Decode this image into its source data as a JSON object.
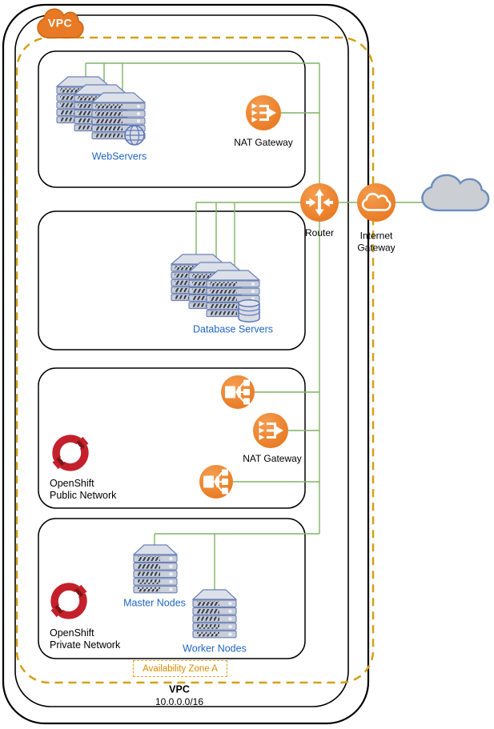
{
  "vpc": {
    "badge": "VPC",
    "name": "VPC",
    "cidr": "10.0.0.0/16",
    "availability_zone": "Availability Zone A"
  },
  "subnets": [
    {
      "name": "web-tier",
      "node_label": "WebServers",
      "gateway_label": "NAT Gateway"
    },
    {
      "name": "database-tier",
      "node_label": "Database Servers"
    },
    {
      "name": "openshift-public",
      "title_line1": "OpenShift",
      "title_line2": "Public Network",
      "gateway_label": "NAT Gateway"
    },
    {
      "name": "openshift-private",
      "title_line1": "OpenShift",
      "title_line2": "Private Network",
      "master_label": "Master Nodes",
      "worker_label": "Worker Nodes"
    }
  ],
  "edge": {
    "router_label": "Router",
    "internet_gateway_line1": "Internet",
    "internet_gateway_line2": "Gateway"
  },
  "icons": [
    "vpc-cloud-badge-icon",
    "server-stack-icon",
    "globe-icon",
    "nat-gateway-icon",
    "router-icon",
    "internet-gateway-icon",
    "internet-cloud-icon",
    "database-cylinder-icon",
    "load-balancer-icon",
    "openshift-logo-icon",
    "server-tower-icon"
  ],
  "colors": {
    "icon_orange": "#ec7e26",
    "az_dash_gold": "#d4a017",
    "az_text_orange": "#d98e04",
    "connector_green": "#82b366",
    "node_label_blue": "#2166c4",
    "openshift_red": "#c4202b",
    "cloud_gray": "#cbced3",
    "cloud_stroke_blue": "#6c8ebf",
    "server_outline_blue": "#6b81b8"
  }
}
